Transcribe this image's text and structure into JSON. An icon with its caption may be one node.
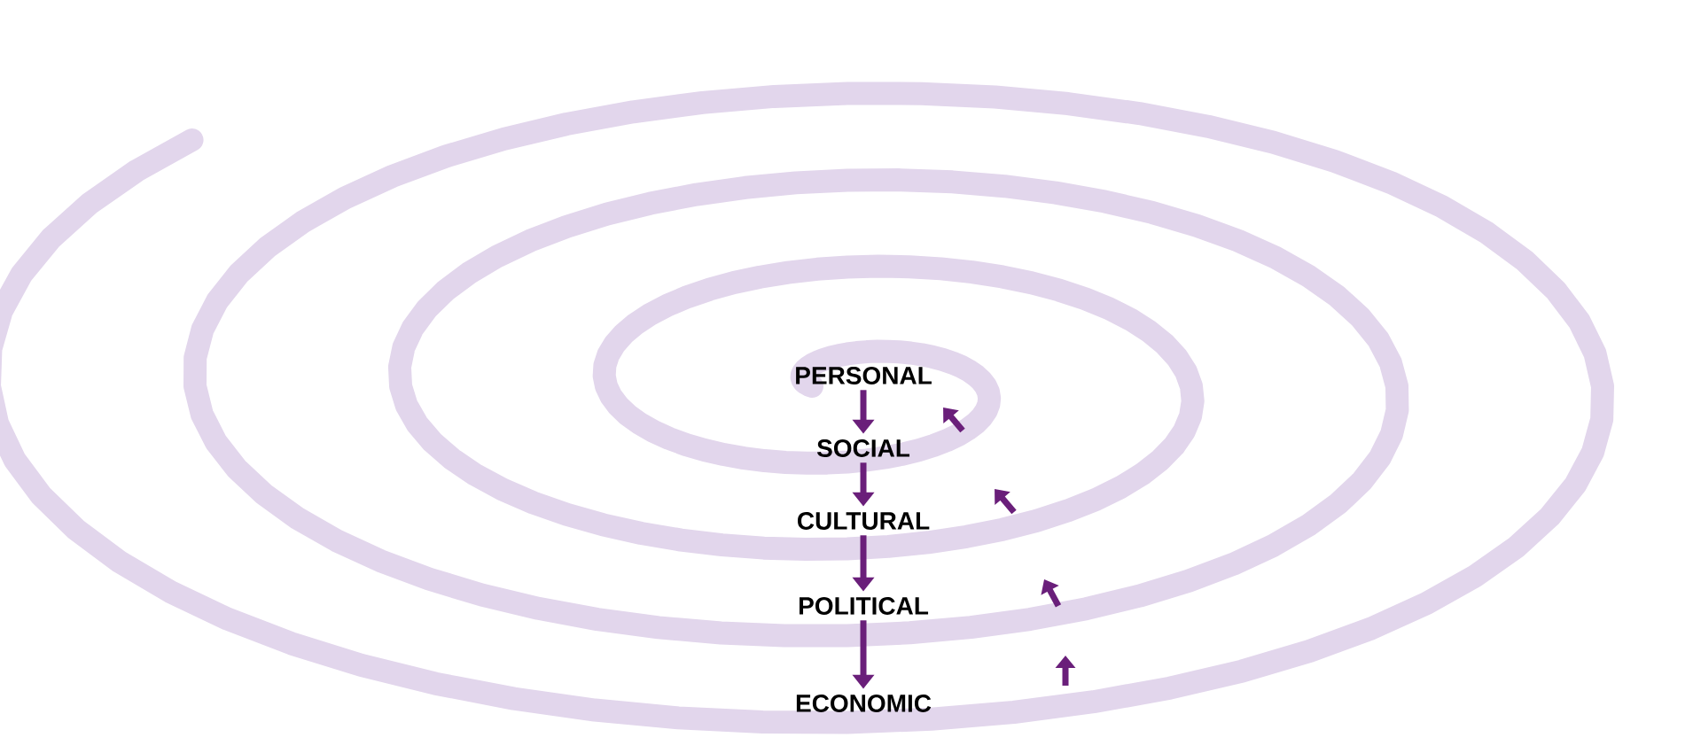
{
  "diagram": {
    "nodes": [
      {
        "text": [
          "PERSONAL"
        ]
      },
      {
        "text": [
          "SOCIAL"
        ]
      },
      {
        "text": [
          "CULTURAL"
        ]
      },
      {
        "text": [
          "POLITICAL"
        ]
      },
      {
        "text": [
          "ECONOMIC"
        ]
      }
    ],
    "edges": [
      {
        "from": 0,
        "to": 1,
        "arrow": "to"
      },
      {
        "from": 1,
        "to": 2,
        "arrow": "to"
      },
      {
        "from": 2,
        "to": 3,
        "arrow": "to"
      },
      {
        "from": 3,
        "to": 4,
        "arrow": "to"
      }
    ]
  }
}
